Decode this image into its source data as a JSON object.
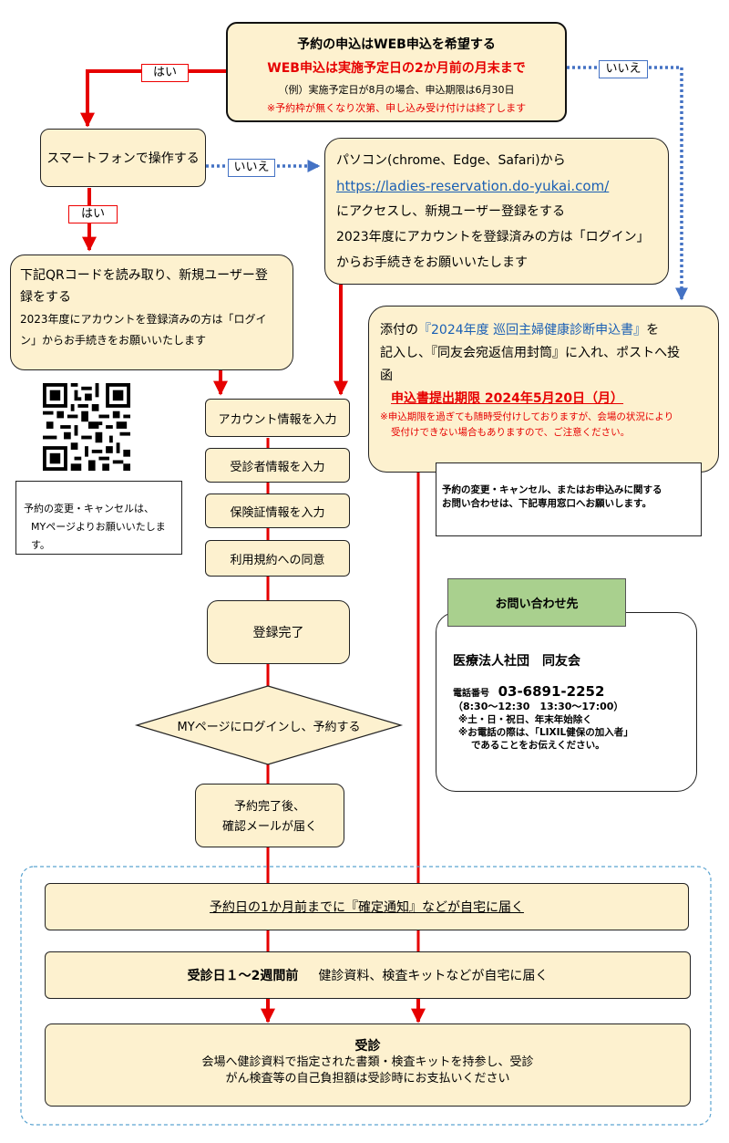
{
  "top": {
    "line1": "予約の申込はWEB申込を希望する",
    "line2": "WEB申込は実施予定日の2か月前の月末まで",
    "line3": "（例）実施予定日が8月の場合、申込期限は6月30日",
    "line4": "※予約枠が無くなり次第、申し込み受け付けは終了します"
  },
  "labels": {
    "yes": "はい",
    "no": "いいえ"
  },
  "smartphone": "スマートフォンで操作する",
  "pc": {
    "line1": "パソコン(chrome、Edge、Safari)から",
    "url": "https://ladies-reservation.do-yukai.com/",
    "line3": "にアクセスし、新規ユーザー登録をする",
    "line4": "2023年度にアカウントを登録済みの方は「ログイン」",
    "line5": "からお手続きをお願いいたします"
  },
  "qr_box": {
    "line1": "下記QRコードを読み取り、新規ユーザー登",
    "line2": "録をする",
    "line3": "2023年度にアカウントを登録済みの方は「ログイ",
    "line4": "ン」からお手続きをお願いいたします"
  },
  "mypage_note": {
    "line1": "予約の変更・キャンセルは、",
    "line2": "MYページよりお願いいたします。"
  },
  "steps": [
    "アカウント情報を入力",
    "受診者情報を入力",
    "保険証情報を入力",
    "利用規約への同意"
  ],
  "complete": "登録完了",
  "diamond": "MYページにログインし、予約する",
  "confirm": {
    "line1": "予約完了後、",
    "line2": "確認メールが届く"
  },
  "mail": {
    "line1_a": "添付の",
    "line1_b": "『2024年度 巡回主婦健康診断申込書』",
    "line1_c": "を",
    "line2": "記入し、『同友会宛返信用封筒』に入れ、ポストへ投",
    "line3": "函",
    "deadline": "申込書提出期限 2024年5月20日（月）",
    "note1": "※申込期限を過ぎても随時受付けしておりますが、会場の状況により",
    "note2": "受付けできない場合もありますので、ご注意ください。"
  },
  "change_note": {
    "line1": "予約の変更・キャンセル、またはお申込みに関する",
    "line2": "お問い合わせは、下記専用窓口へお願いします。"
  },
  "contact": {
    "header": "お問い合わせ先",
    "org": "医療法人社団　同友会",
    "phone_label": "電話番号",
    "phone": "03-6891-2252",
    "hours": "（8:30～12:30　13:30～17:00）",
    "note1": "※土・日・祝日、年末年始除く",
    "note2": "※お電話の際は、「LIXIL健保の加入者」",
    "note3": "であることをお伝えください。"
  },
  "bottom": {
    "notice": "予約日の1か月前までに『確定通知』などが自宅に届く",
    "kit_bold": "受診日１～2週間前",
    "kit_rest": "健診資料、検査キットなどが自宅に届く",
    "exam_title": "受診",
    "exam_line1": "会場へ健診資料で指定された書類・検査キットを持参し、受診",
    "exam_line2": "がん検査等の自己負担額は受診時にお支払いください"
  },
  "colors": {
    "box_fill": "#fdf1cf",
    "red": "#e60000",
    "blue": "#4472c4",
    "green": "#a9d08e"
  }
}
